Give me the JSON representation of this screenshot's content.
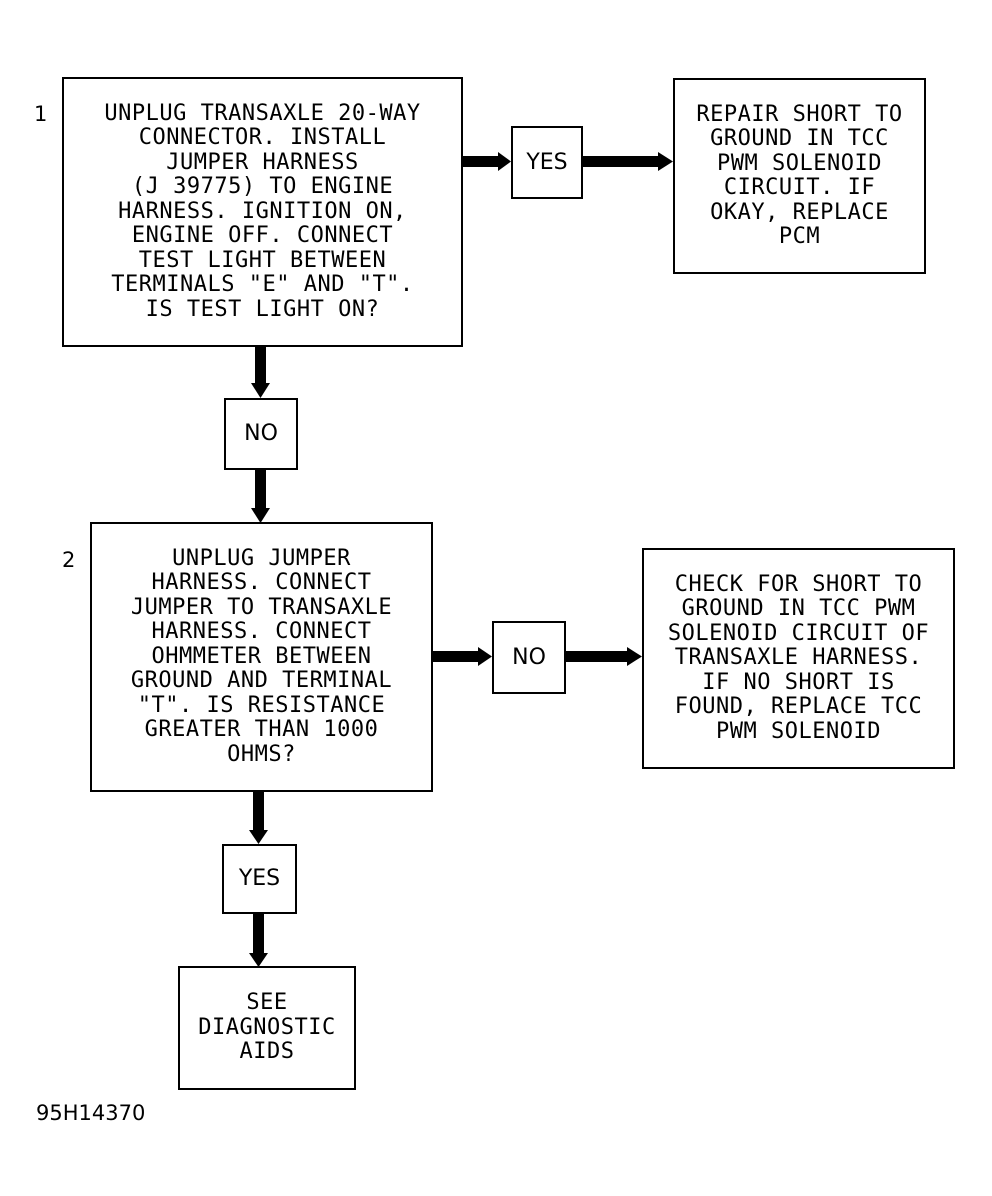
{
  "step1": {
    "number": "1",
    "text": "UNPLUG TRANSAXLE 20-WAY\nCONNECTOR. INSTALL\nJUMPER HARNESS\n(J 39775) TO ENGINE\nHARNESS. IGNITION ON,\nENGINE OFF. CONNECT\nTEST LIGHT BETWEEN\nTERMINALS \"E\" AND \"T\".\nIS TEST LIGHT ON?"
  },
  "yes1": "YES",
  "result1": {
    "text": "REPAIR SHORT TO\nGROUND IN TCC\nPWM SOLENOID\nCIRCUIT. IF\nOKAY, REPLACE\nPCM"
  },
  "no1": "NO",
  "step2": {
    "number": "2",
    "text": "UNPLUG JUMPER\nHARNESS. CONNECT\nJUMPER TO TRANSAXLE\nHARNESS. CONNECT\nOHMMETER BETWEEN\nGROUND AND TERMINAL\n\"T\". IS RESISTANCE\nGREATER THAN 1000\nOHMS?"
  },
  "no2": "NO",
  "result2": {
    "text": "CHECK FOR SHORT TO\nGROUND IN TCC PWM\nSOLENOID CIRCUIT OF\nTRANSAXLE HARNESS.\nIF NO SHORT IS\nFOUND, REPLACE TCC\nPWM SOLENOID"
  },
  "yes2": "YES",
  "result3": {
    "text": "SEE\nDIAGNOSTIC\nAIDS"
  },
  "figure_id": "95H14370"
}
